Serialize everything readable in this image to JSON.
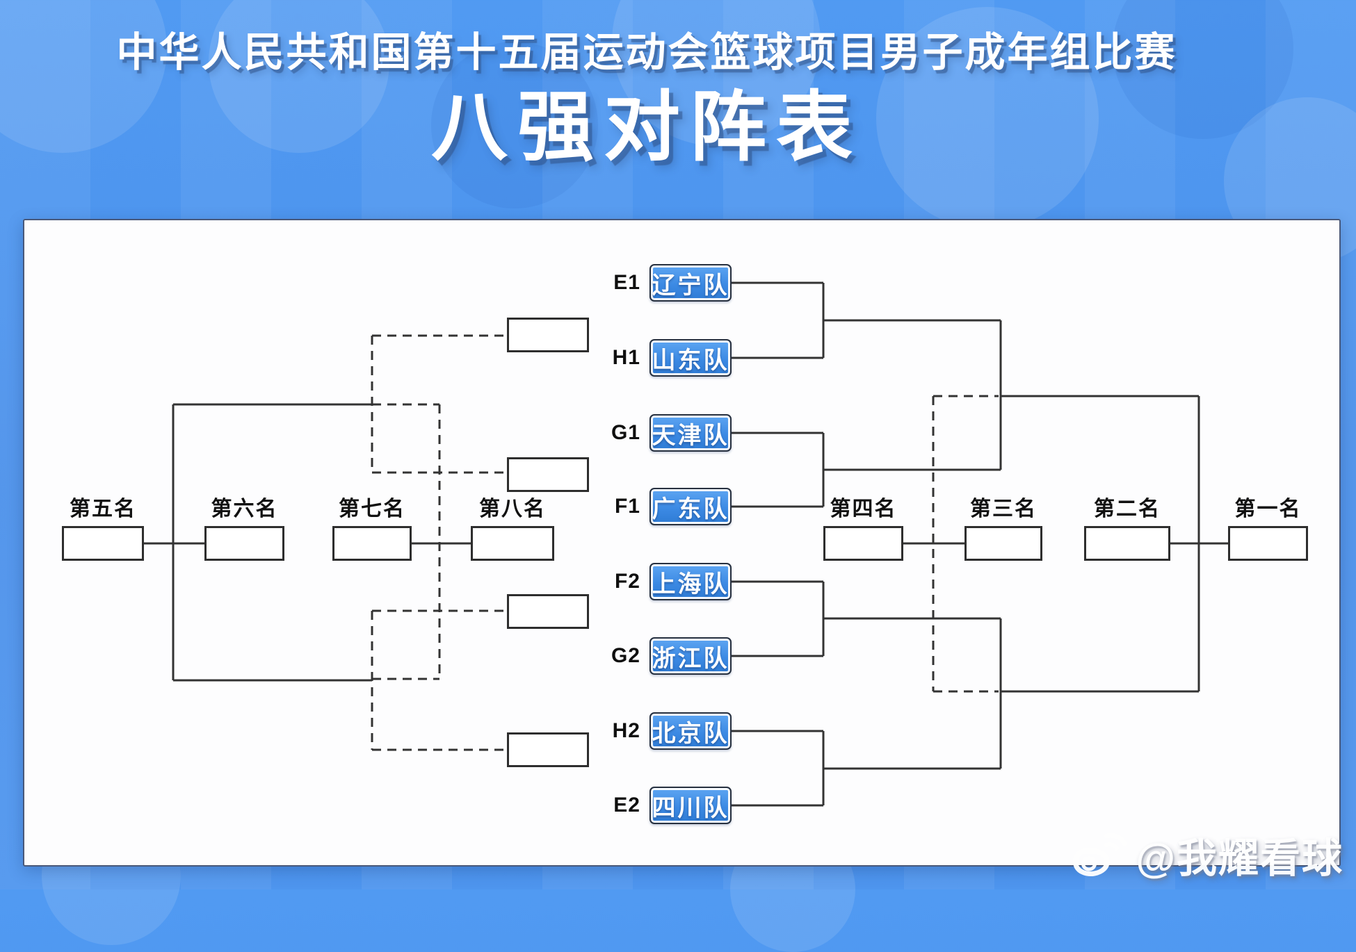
{
  "header": {
    "title": "中华人民共和国第十五届运动会篮球项目男子成年组比赛",
    "subtitle": "八强对阵表"
  },
  "bracket": {
    "teams": [
      {
        "seed": "E1",
        "name": "辽宁队"
      },
      {
        "seed": "H1",
        "name": "山东队"
      },
      {
        "seed": "G1",
        "name": "天津队"
      },
      {
        "seed": "F1",
        "name": "广东队"
      },
      {
        "seed": "F2",
        "name": "上海队"
      },
      {
        "seed": "G2",
        "name": "浙江队"
      },
      {
        "seed": "H2",
        "name": "北京队"
      },
      {
        "seed": "E2",
        "name": "四川队"
      }
    ],
    "placements": [
      {
        "label": "第五名"
      },
      {
        "label": "第六名"
      },
      {
        "label": "第七名"
      },
      {
        "label": "第八名"
      },
      {
        "label": "第四名"
      },
      {
        "label": "第三名"
      },
      {
        "label": "第二名"
      },
      {
        "label": "第一名"
      }
    ]
  },
  "watermark": {
    "handle": "@我耀看球",
    "logo": "weibo-eye-icon"
  },
  "colors": {
    "background": "#4a90ea",
    "panel": "#fdfdfe",
    "line": "#333333",
    "team_fill": "#3c8ae4",
    "pattern_light": "#6fabf6"
  }
}
